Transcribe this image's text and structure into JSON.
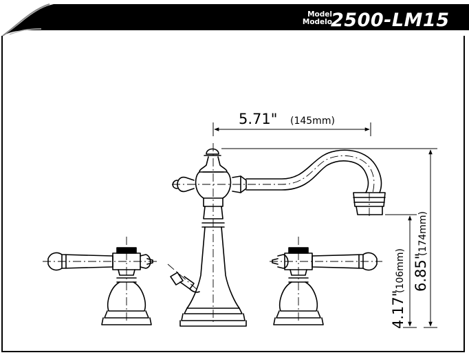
{
  "header": {
    "model_label_en": "Model",
    "model_label_es": "Modelo",
    "model_number": "2500-LM15"
  },
  "dimensions": {
    "spout_reach": {
      "inches": "5.71\"",
      "mm": "(145mm)"
    },
    "spout_height": {
      "inches": "4.17\"",
      "mm": "(106mm)"
    },
    "overall_height": {
      "inches": "6.85\"",
      "mm": "(174mm)"
    }
  },
  "colors": {
    "banner": "#000000",
    "line": "#000000",
    "background": "#ffffff"
  }
}
